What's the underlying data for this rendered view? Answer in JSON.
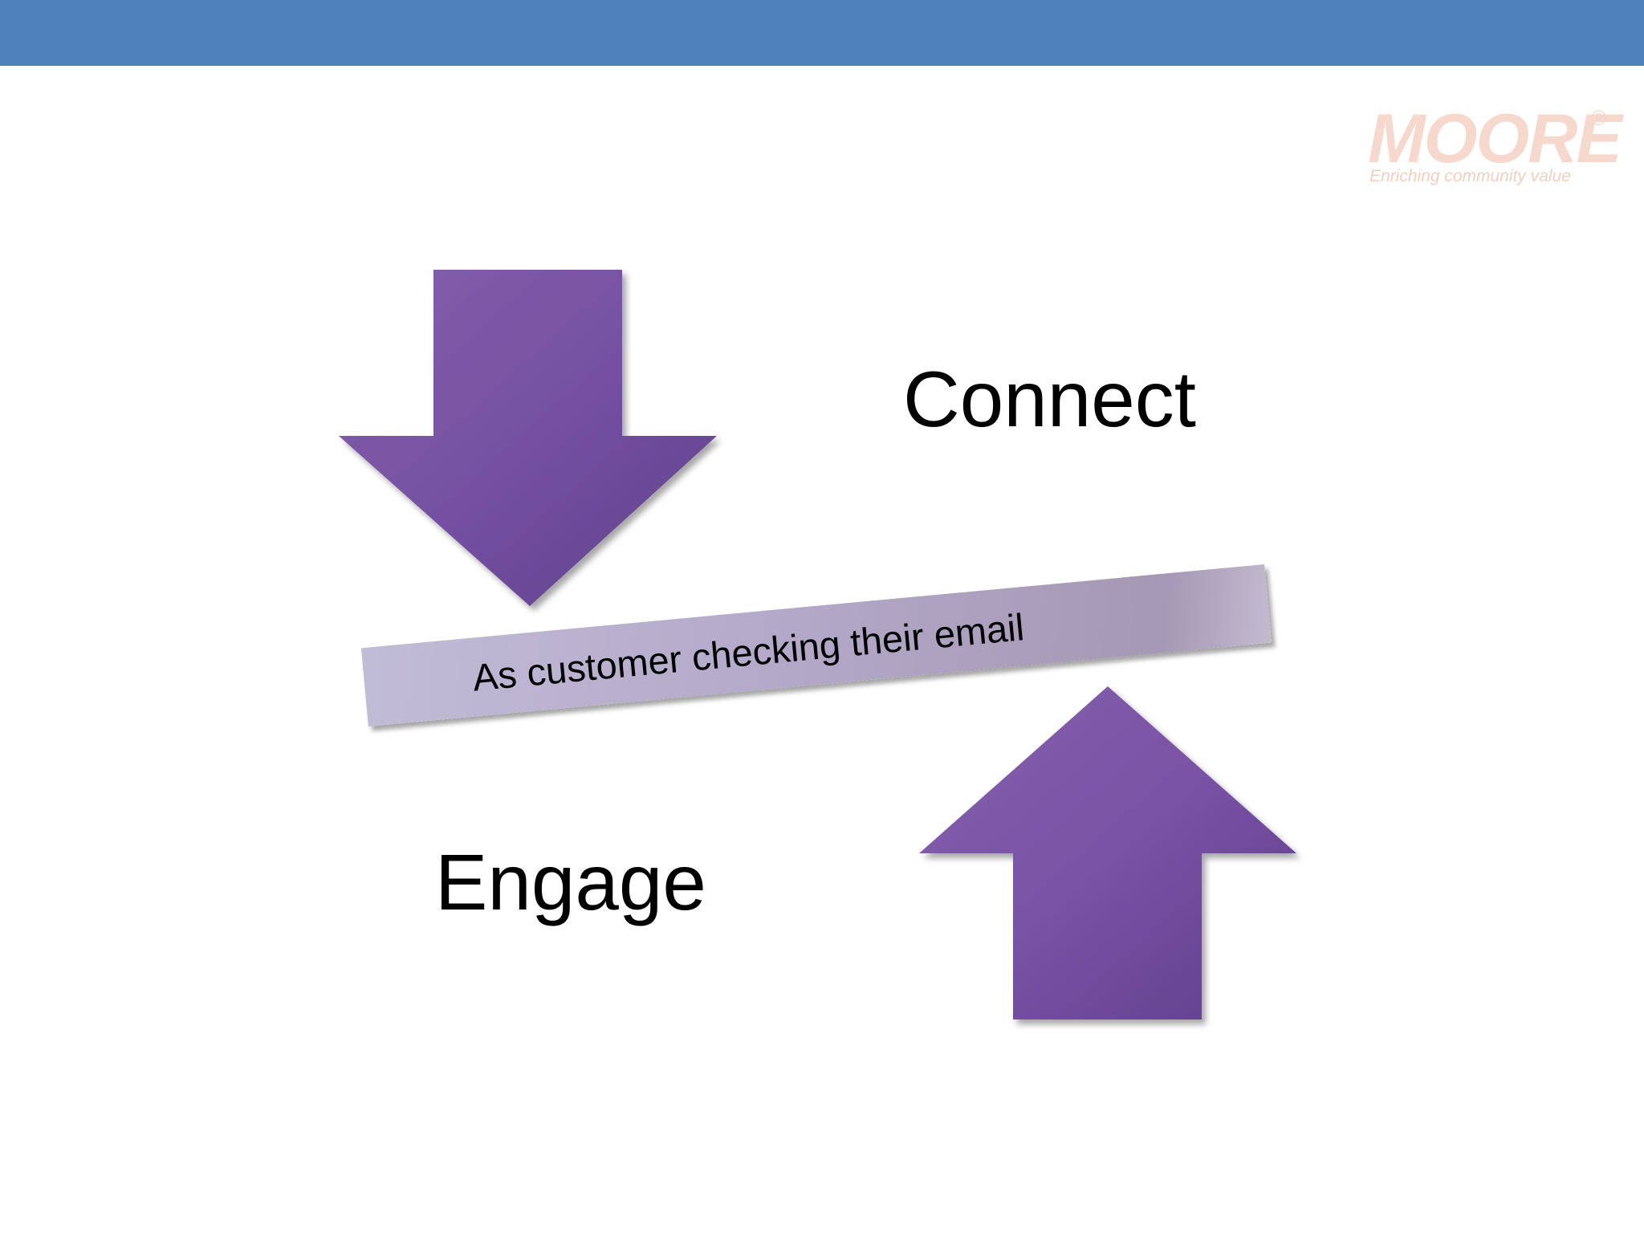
{
  "slide": {
    "connect_label": "Connect",
    "engage_label": "Engage",
    "banner_text": "As customer checking their email"
  },
  "logo": {
    "wordmark": "MOORE",
    "registered_mark": "®",
    "tagline": "Enriching community value"
  },
  "colors": {
    "top_bar": "#4f81bd",
    "arrow_purple": "#7a55a6",
    "banner_tint": "#b4a9c9",
    "logo_tint": "#f6d9cc"
  },
  "icons": {
    "top_left_arrow": "down-arrow-icon",
    "bottom_right_arrow": "up-arrow-icon"
  }
}
